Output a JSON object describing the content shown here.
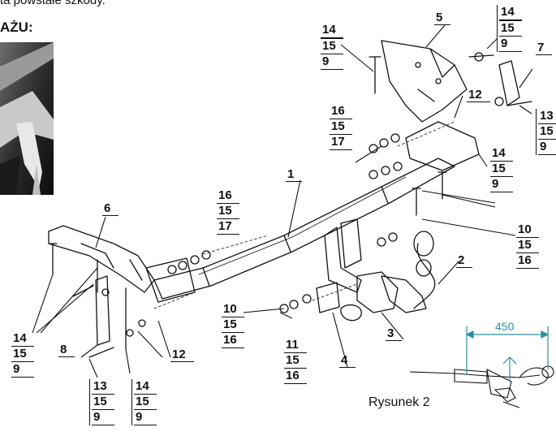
{
  "header": {
    "top_text": "ta powstałe szkody.",
    "section_heading": "AŻU:"
  },
  "diagram": {
    "part_labels": {
      "p1": "1",
      "p2": "2",
      "p3": "3",
      "p4": "4",
      "p5": "5",
      "p6": "6",
      "p7": "7",
      "p8": "8"
    },
    "stacks": {
      "s_top_left": [
        "14",
        "15",
        "9"
      ],
      "s_top_right": [
        "14",
        "15",
        "9"
      ],
      "s_right_13": [
        "13",
        "15",
        "9"
      ],
      "s_mid_16": [
        "16",
        "15",
        "17"
      ],
      "s_mid_14": [
        "14",
        "15",
        "9"
      ],
      "s_right_10": [
        "10",
        "15",
        "16"
      ],
      "s_left_16": [
        "16",
        "15",
        "17"
      ],
      "s_center_10": [
        "10",
        "15",
        "16"
      ],
      "s_center_11": [
        "11",
        "15",
        "16"
      ],
      "s_left_14": [
        "14",
        "15",
        "9"
      ],
      "s_bottom_13": [
        "13",
        "15",
        "9"
      ],
      "s_bottom_14": [
        "14",
        "15",
        "9"
      ]
    },
    "labels_12": {
      "upper": "12",
      "lower": "12"
    }
  },
  "figure2": {
    "caption": "Rysunek 2",
    "dimension": "450"
  },
  "colors": {
    "dimension": "#2a8fa0",
    "ink": "#111111"
  }
}
